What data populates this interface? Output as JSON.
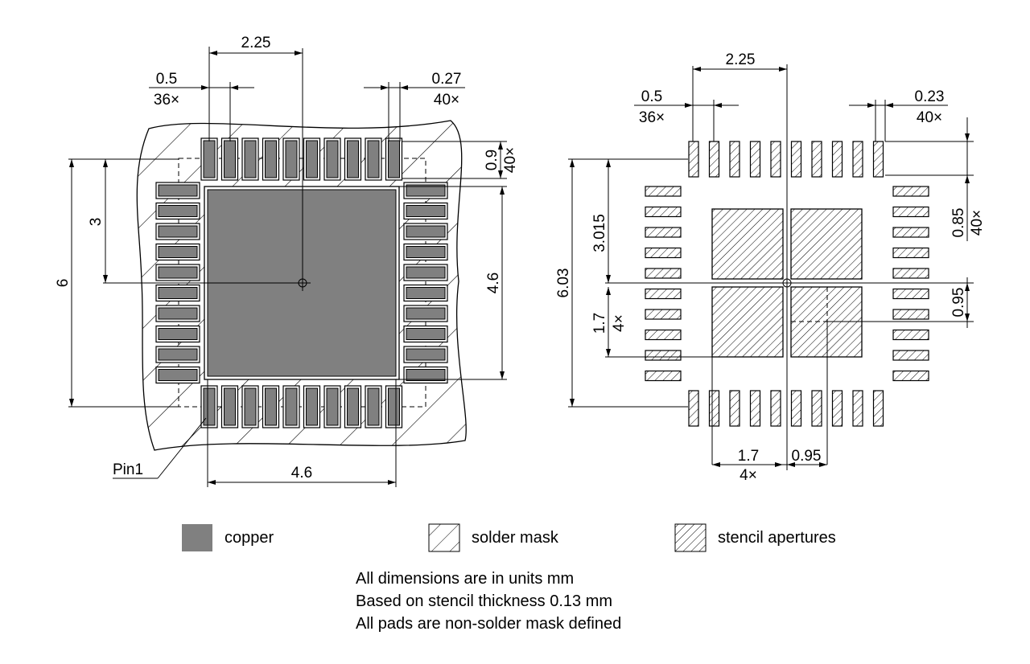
{
  "colors": {
    "copper": "#808080",
    "line": "#000000",
    "background": "#ffffff"
  },
  "left": {
    "dim_pitch": "0.5",
    "dim_pitch_count": "36×",
    "dim_pad_w": "0.27",
    "dim_pad_w_count": "40×",
    "dim_top": "2.25",
    "dim_pad_len": "0.9",
    "dim_pad_len_count": "40×",
    "dim_half": "3",
    "dim_full": "6",
    "dim_ep_v": "4.6",
    "dim_ep_h": "4.6",
    "pin1": "Pin1"
  },
  "right": {
    "dim_pitch": "0.5",
    "dim_pitch_count": "36×",
    "dim_pad_w": "0.23",
    "dim_pad_w_count": "40×",
    "dim_top": "2.25",
    "dim_pad_len": "0.85",
    "dim_pad_len_count": "40×",
    "dim_half": "3.015",
    "dim_full": "6.03",
    "dim_ap_v": "1.7",
    "dim_ap_v_count": "4×",
    "dim_gap_v": "0.95",
    "dim_ap_h": "1.7",
    "dim_ap_h_count": "4×",
    "dim_gap_h": "0.95"
  },
  "legend": {
    "copper": "copper",
    "solder_mask": "solder mask",
    "stencil": "stencil apertures"
  },
  "notes": [
    "All dimensions are in units mm",
    "Based on stencil thickness 0.13 mm",
    "All pads are non-solder mask defined"
  ]
}
